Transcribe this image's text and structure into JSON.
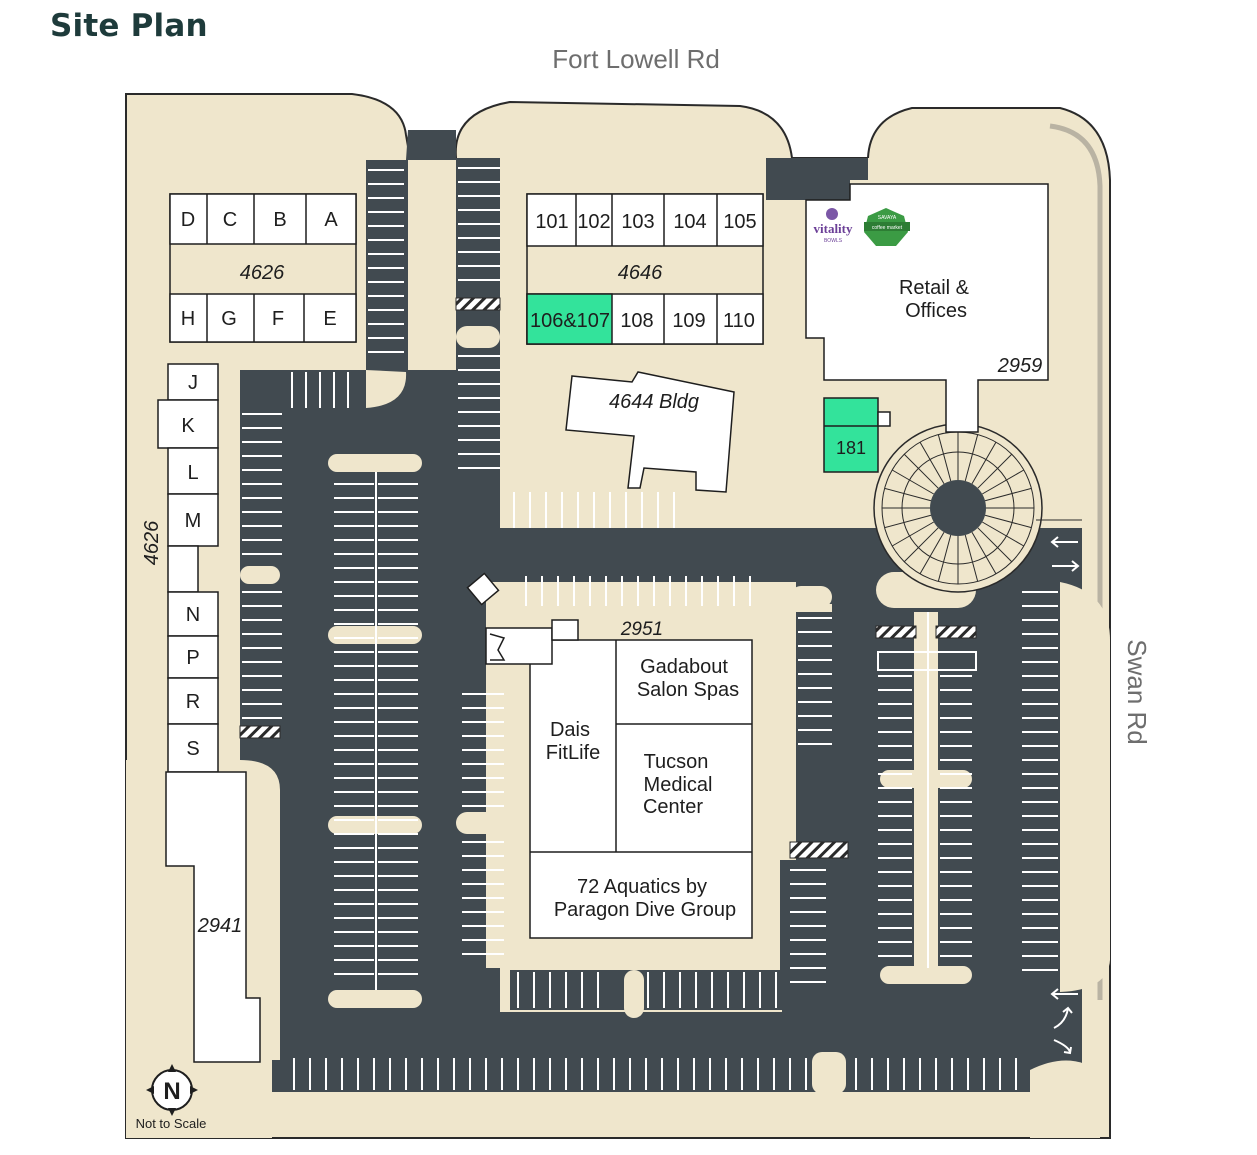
{
  "title": "Site Plan",
  "roads": {
    "north": "Fort Lowell Rd",
    "east": "Swan Rd"
  },
  "colors": {
    "land": "#efe6cc",
    "pavement": "#414a50",
    "building": "#ffffff",
    "available": "#33e39b",
    "outline": "#1e1e1e",
    "title": "#1e3b3b"
  },
  "buildings": {
    "b4626_top_units": [
      "D",
      "C",
      "B",
      "A"
    ],
    "b4626_bottom_units": [
      "H",
      "G",
      "F",
      "E"
    ],
    "b4626_label": "4626",
    "b4626_west_label": "4626",
    "west_units": [
      "J",
      "K",
      "L",
      "M",
      "N",
      "P",
      "R",
      "S"
    ],
    "b4646_top_units": [
      "101",
      "102",
      "103",
      "104",
      "105"
    ],
    "b4646_label": "4646",
    "b4646_bottom_units": [
      "106&107",
      "108",
      "109",
      "110"
    ],
    "b4644_label": "4644 Bldg",
    "retail_label_1": "Retail &",
    "retail_label_2": "Offices",
    "retail_number": "2959",
    "unit_181": "181",
    "b2951_label": "2951",
    "b2941_label": "2941",
    "tenant_gadabout_1": "Gadabout",
    "tenant_gadabout_2": "Salon Spas",
    "tenant_dais_1": "Dais",
    "tenant_dais_2": "FitLife",
    "tenant_tucson_1": "Tucson",
    "tenant_tucson_2": "Medical",
    "tenant_tucson_3": "Center",
    "tenant_aquatics_1": "72 Aquatics by",
    "tenant_aquatics_2": "Paragon Dive Group"
  },
  "logos": {
    "vitality_1": "vitality",
    "vitality_2": "BOWLS",
    "savaya_1": "SAVAYA",
    "savaya_2": "coffee market"
  },
  "compass": {
    "letter": "N",
    "note": "Not to Scale"
  }
}
